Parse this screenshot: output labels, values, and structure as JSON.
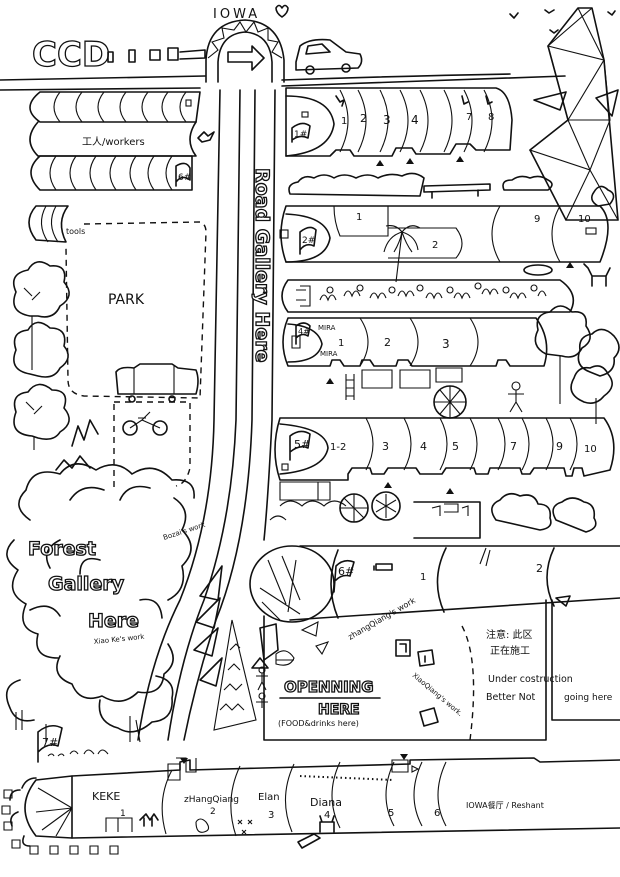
{
  "header": {
    "logo_text": "CCD",
    "gate_label": "IOWA"
  },
  "road": {
    "label": "Road Gallery Here"
  },
  "workers_block": {
    "label": "工人/workers",
    "hall_number": "6#"
  },
  "park": {
    "tools_label": "tools",
    "label": "PARK"
  },
  "forest": {
    "title_line1": "Forest",
    "title_line2": "Gallery",
    "title_line3": "Here",
    "work_labels": [
      "Bozai's work",
      "Xiao Ke's work"
    ]
  },
  "halls": [
    {
      "id": "hall-1",
      "number": "1#",
      "rooms": [
        "1",
        "2",
        "3",
        "4",
        "",
        "7",
        "8",
        ""
      ]
    },
    {
      "id": "hall-2",
      "number": "2#",
      "rooms": [
        "1",
        "2",
        "9",
        "10"
      ]
    },
    {
      "id": "hall-4",
      "number": "4#",
      "artist": "MIRA",
      "artist_repeat": "MIRA",
      "rooms": [
        "1",
        "2",
        "3",
        ""
      ]
    },
    {
      "id": "hall-5",
      "number": "5#",
      "rooms": [
        "1-2",
        "3",
        "4",
        "5",
        "",
        "7",
        "",
        "9",
        "10"
      ]
    },
    {
      "id": "hall-6",
      "number": "6#",
      "rooms": [
        "1",
        "2"
      ]
    },
    {
      "id": "hall-7",
      "number": "7#",
      "rooms": [
        {
          "artist": "KEKE",
          "number": "1"
        },
        {
          "artist": "zHangQiang",
          "number": "2"
        },
        {
          "artist": "Elan",
          "number": "3"
        },
        {
          "artist": "Diana",
          "number": "4"
        },
        {
          "artist": "",
          "number": "5"
        },
        {
          "artist": "",
          "number": "6"
        },
        {
          "artist": "IOWA餐厅 / Reshant",
          "number": ""
        }
      ]
    }
  ],
  "opening": {
    "title": "OPENNING",
    "subtitle": "HERE",
    "note": "(FOOD&drinks here)",
    "work_labels": [
      "zhangQiang's work",
      "XiaoQiang's work."
    ]
  },
  "construction": {
    "notice_cn_line1": "注意: 此区",
    "notice_cn_line2": "正在施工",
    "notice_en_line1": "Under costruction",
    "notice_en_line2": "Better Not",
    "notice_en_line3": "going here"
  },
  "icons": [
    "car-icon",
    "bicycle-icon",
    "tree-icon",
    "tower-icon",
    "bird-icon",
    "umbrella-icon",
    "cat-icon",
    "triangle-marker-icon",
    "flag-icon"
  ],
  "colors": {
    "ink": "#111111",
    "paper": "#ffffff"
  }
}
